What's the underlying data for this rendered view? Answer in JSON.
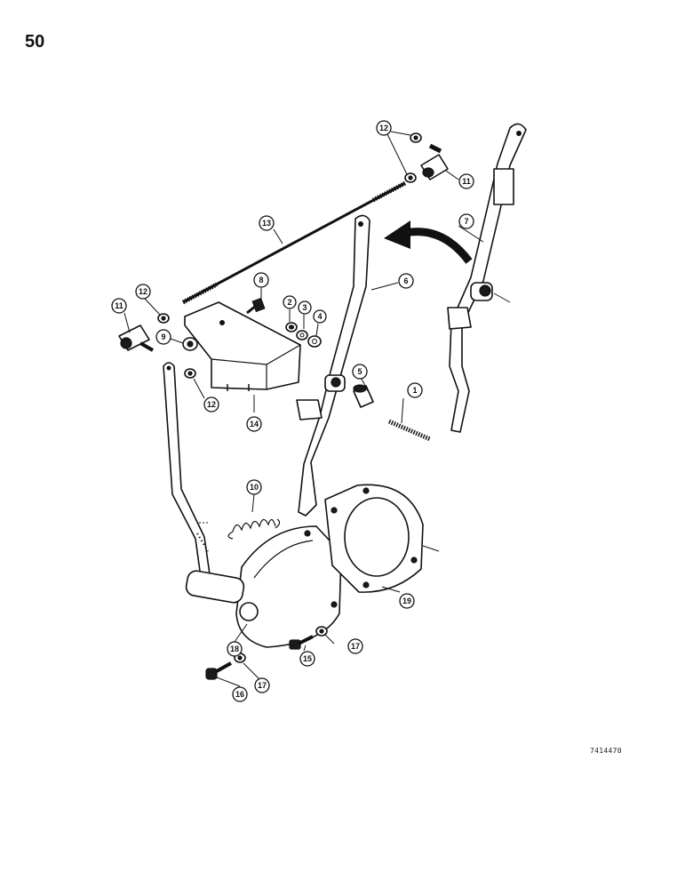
{
  "page": {
    "number": "50",
    "drawing_code": "7414470"
  },
  "callouts": [
    "1",
    "2",
    "3",
    "4",
    "5",
    "6",
    "7",
    "8",
    "9",
    "10",
    "11",
    "11",
    "12",
    "12",
    "12",
    "13",
    "14",
    "15",
    "16",
    "17",
    "17",
    "18",
    "19"
  ]
}
